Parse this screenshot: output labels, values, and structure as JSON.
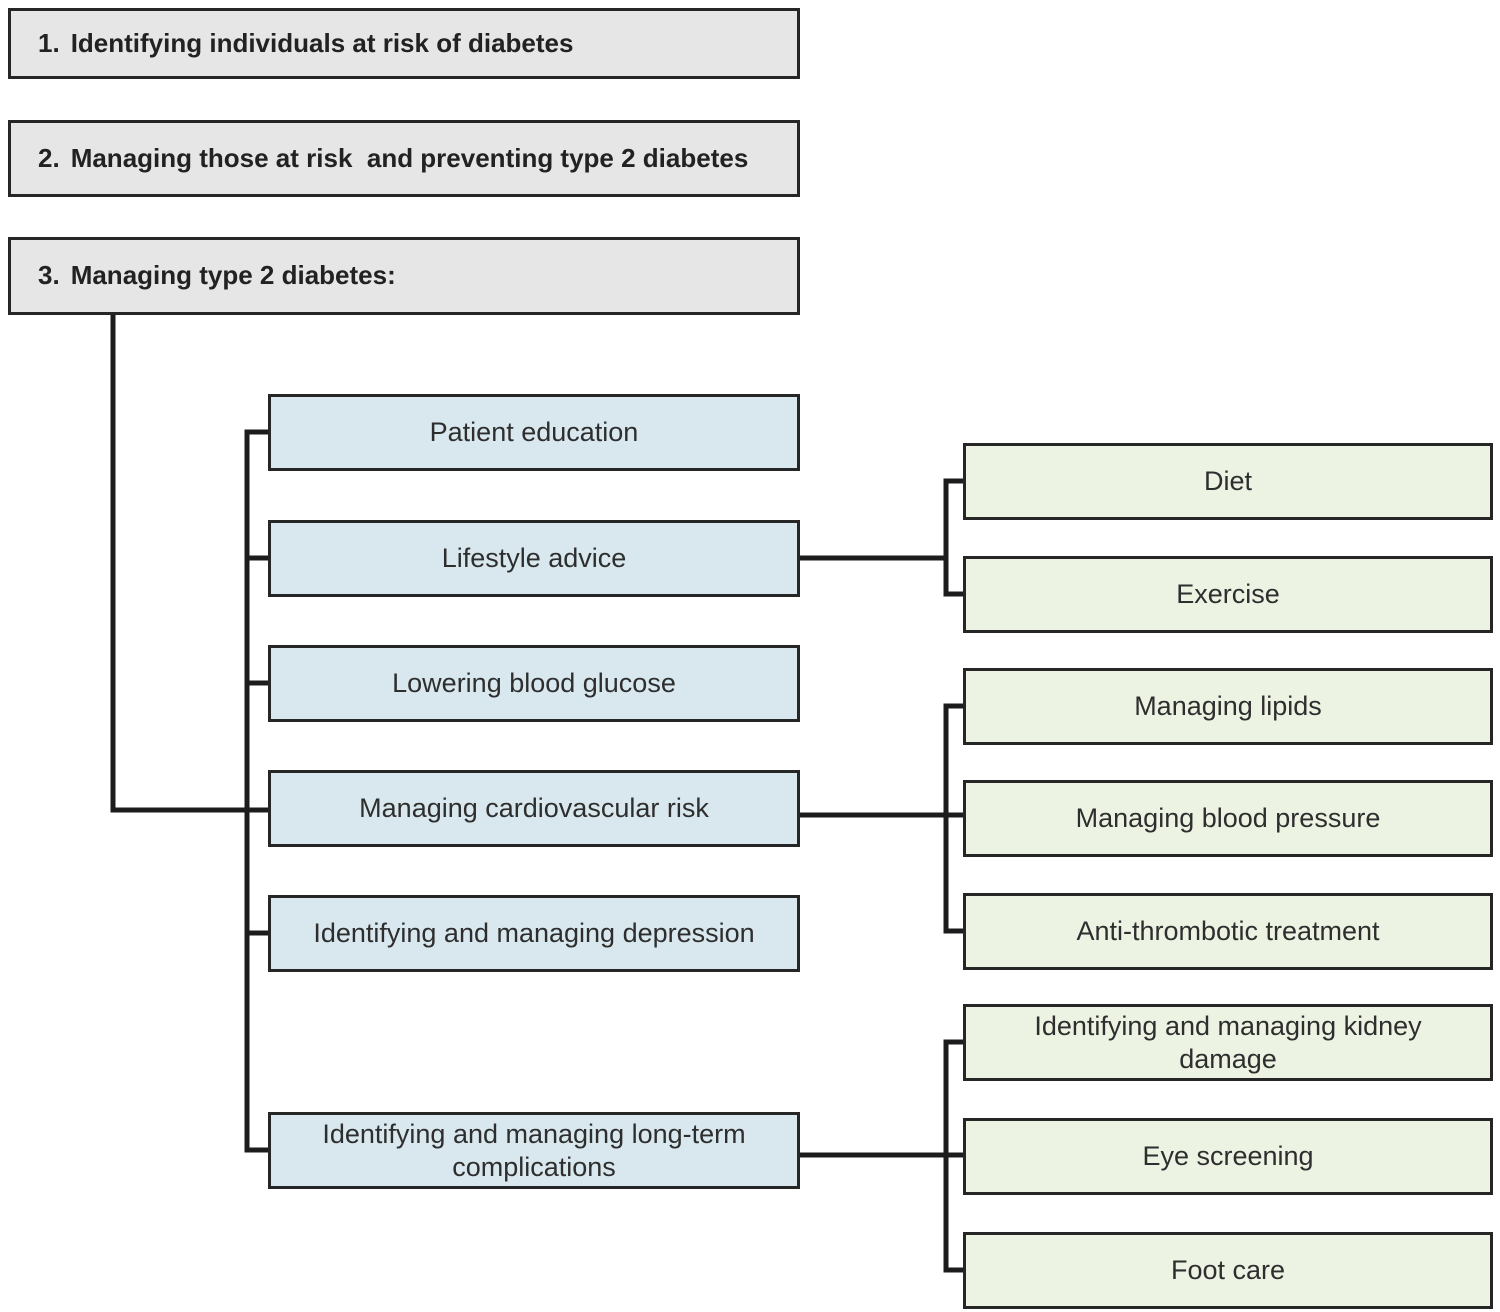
{
  "colors": {
    "step_fill": "#e6e6e6",
    "topic_fill": "#d8e8ee",
    "subtopic_fill": "#ecf3e3",
    "box_border": "#262626",
    "connector": "#1c1c1c",
    "text": "#2e2e2e"
  },
  "flow": {
    "steps": [
      {
        "num": "1.",
        "label": "Identifying individuals at risk of diabetes"
      },
      {
        "num": "2.",
        "label": "Managing those at risk  and preventing type 2 diabetes"
      },
      {
        "num": "3.",
        "label": "Managing type 2 diabetes:"
      }
    ],
    "topics": [
      {
        "label": "Patient education"
      },
      {
        "label": "Lifestyle advice",
        "children_group": "lifestyle"
      },
      {
        "label": "Lowering blood glucose"
      },
      {
        "label": "Managing cardiovascular risk",
        "children_group": "cardiovascular"
      },
      {
        "label": "Identifying and managing depression"
      },
      {
        "label": "Identifying and managing long-term complications",
        "children_group": "complications"
      }
    ],
    "subtopics": {
      "lifestyle": [
        {
          "label": "Diet"
        },
        {
          "label": "Exercise"
        }
      ],
      "cardiovascular": [
        {
          "label": "Managing lipids"
        },
        {
          "label": "Managing blood pressure"
        },
        {
          "label": "Anti-thrombotic treatment"
        }
      ],
      "complications": [
        {
          "label": "Identifying and managing kidney damage"
        },
        {
          "label": "Eye screening"
        },
        {
          "label": "Foot care"
        }
      ]
    }
  }
}
